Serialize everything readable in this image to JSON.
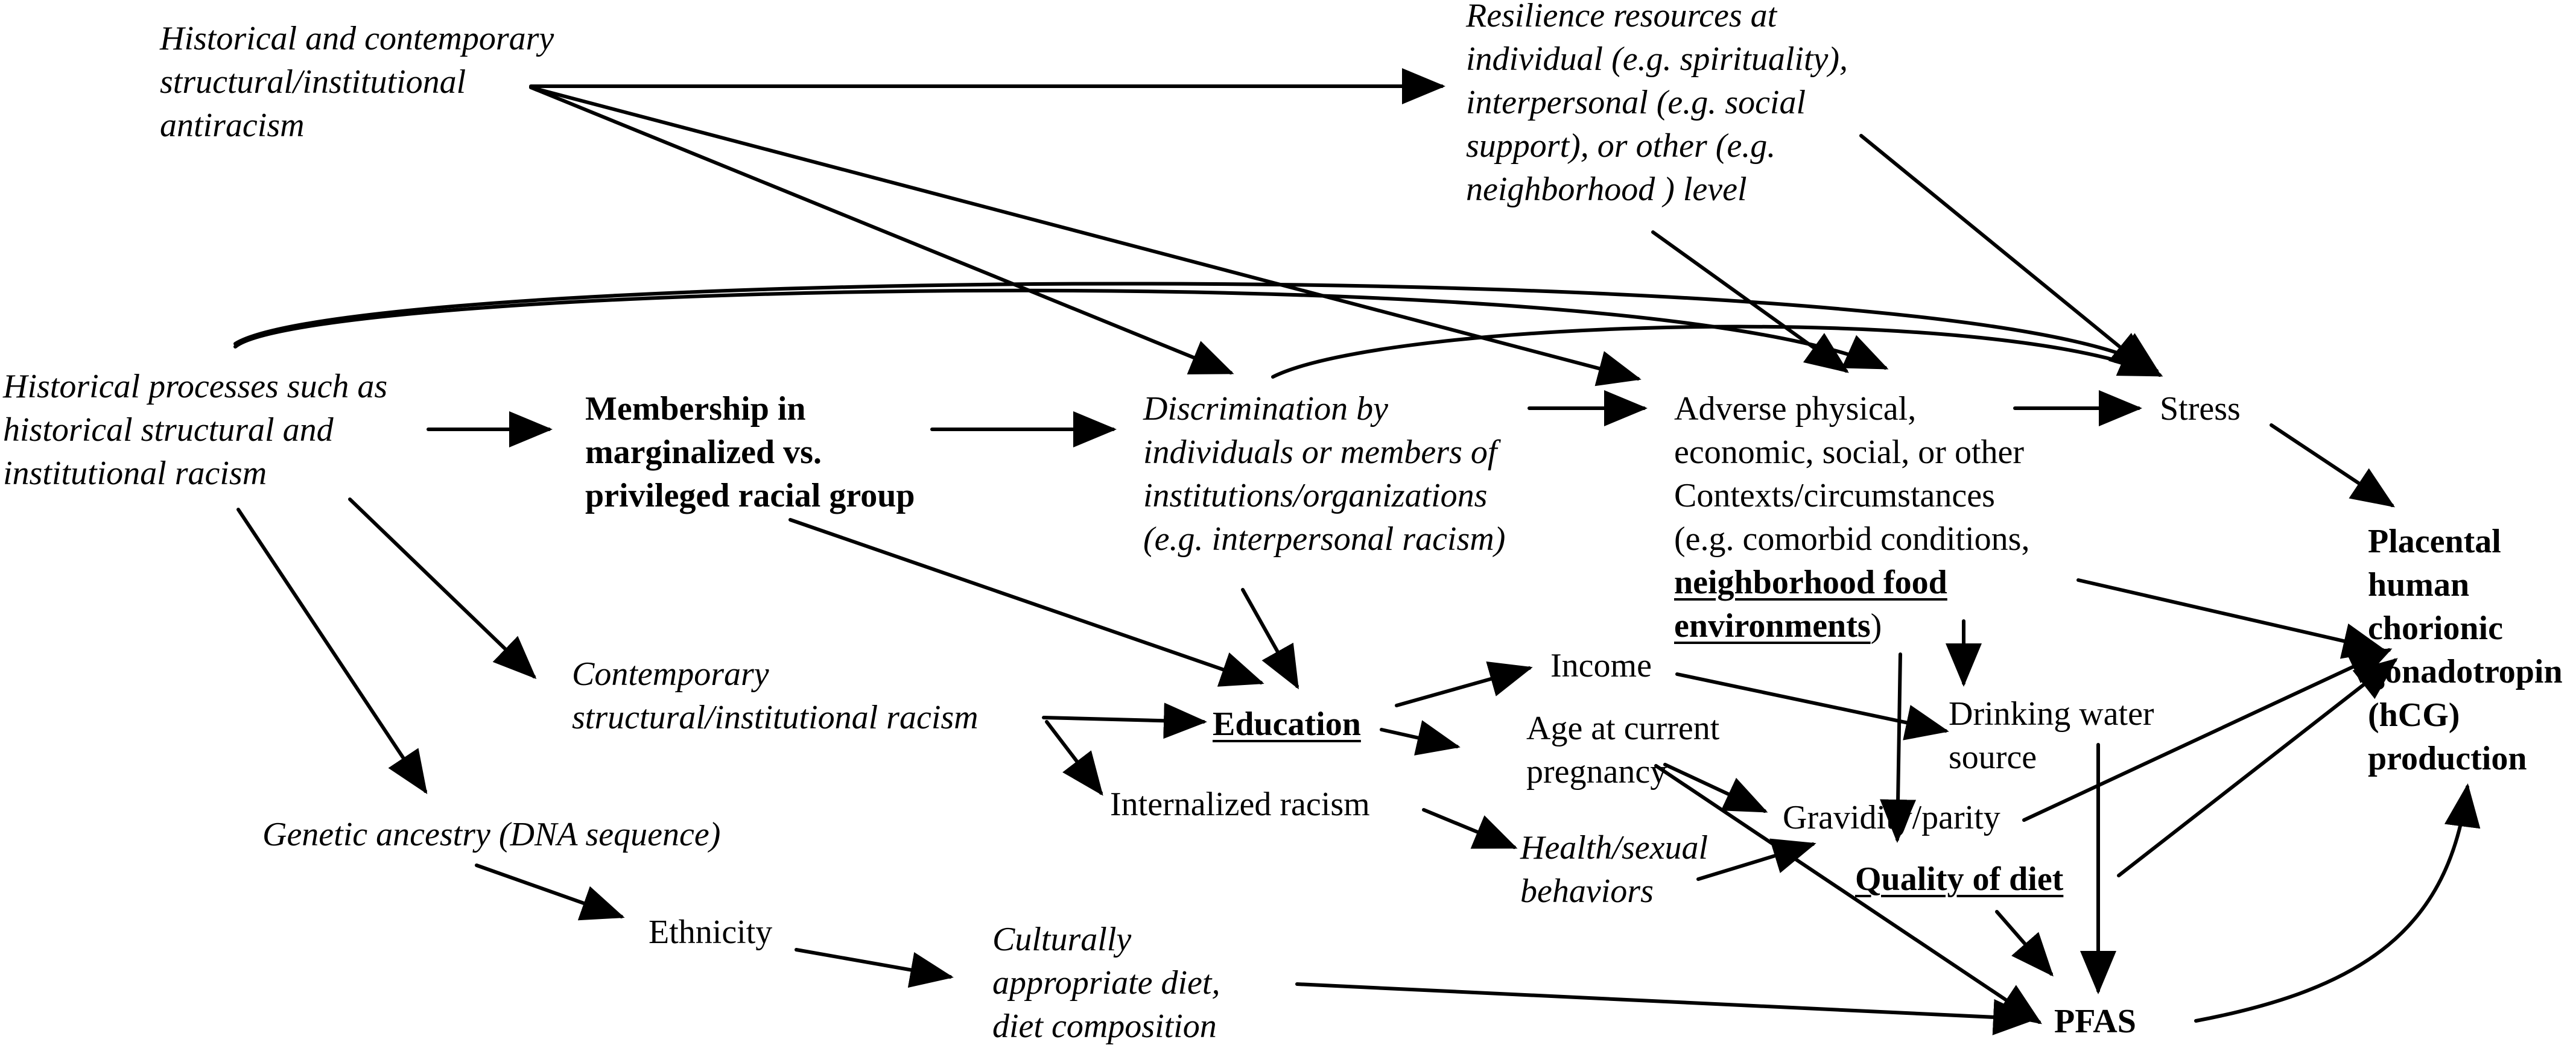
{
  "diagram": {
    "nodes": {
      "hist_antiracism": {
        "lines": [
          "Historical and contemporary",
          "structural/institutional",
          "antiracism"
        ]
      },
      "resilience": {
        "lines": [
          "Resilience resources at",
          "individual (e.g. spirituality),",
          "interpersonal (e.g. social",
          "support), or other (e.g.",
          "neighborhood ) level"
        ]
      },
      "hist_processes": {
        "lines": [
          "Historical processes such as",
          "historical structural and",
          "institutional racism"
        ]
      },
      "membership": {
        "lines": [
          "Membership in",
          "marginalized vs.",
          "privileged racial group"
        ]
      },
      "discrimination": {
        "lines": [
          "Discrimination by",
          "individuals or members of",
          "institutions/organizations",
          "(e.g. interpersonal racism)"
        ]
      },
      "adverse": {
        "lines": [
          "Adverse physical,",
          "economic, social, or other",
          "Contexts/circumstances",
          "(e.g. comorbid conditions,"
        ],
        "bold_lines": [
          "neighborhood food",
          "environments"
        ],
        "tail": ")"
      },
      "stress": {
        "lines": [
          "Stress"
        ]
      },
      "hcg": {
        "lines": [
          "Placental",
          "human",
          "chorionic",
          "gonadotropin",
          "(hCG)",
          "production"
        ]
      },
      "contemporary": {
        "lines": [
          "Contemporary",
          "structural/institutional racism"
        ]
      },
      "education": {
        "lines": [
          "Education"
        ]
      },
      "income": {
        "lines": [
          "Income"
        ]
      },
      "age": {
        "lines": [
          "Age at current",
          "pregnancy"
        ]
      },
      "drinking_water": {
        "lines": [
          "Drinking water",
          "source"
        ]
      },
      "internalized": {
        "lines": [
          "Internalized racism"
        ]
      },
      "gravidity": {
        "lines": [
          "Gravidity/parity"
        ]
      },
      "genetic": {
        "lines": [
          "Genetic ancestry (DNA sequence)"
        ]
      },
      "health": {
        "lines": [
          "Health/sexual",
          "behaviors"
        ]
      },
      "quality_diet": {
        "lines": [
          "Quality of diet"
        ]
      },
      "ethnicity": {
        "lines": [
          "Ethnicity"
        ]
      },
      "cultural_diet": {
        "lines": [
          "Culturally",
          "appropriate diet,",
          "diet composition"
        ]
      },
      "pfas": {
        "lines": [
          "PFAS"
        ]
      }
    }
  }
}
